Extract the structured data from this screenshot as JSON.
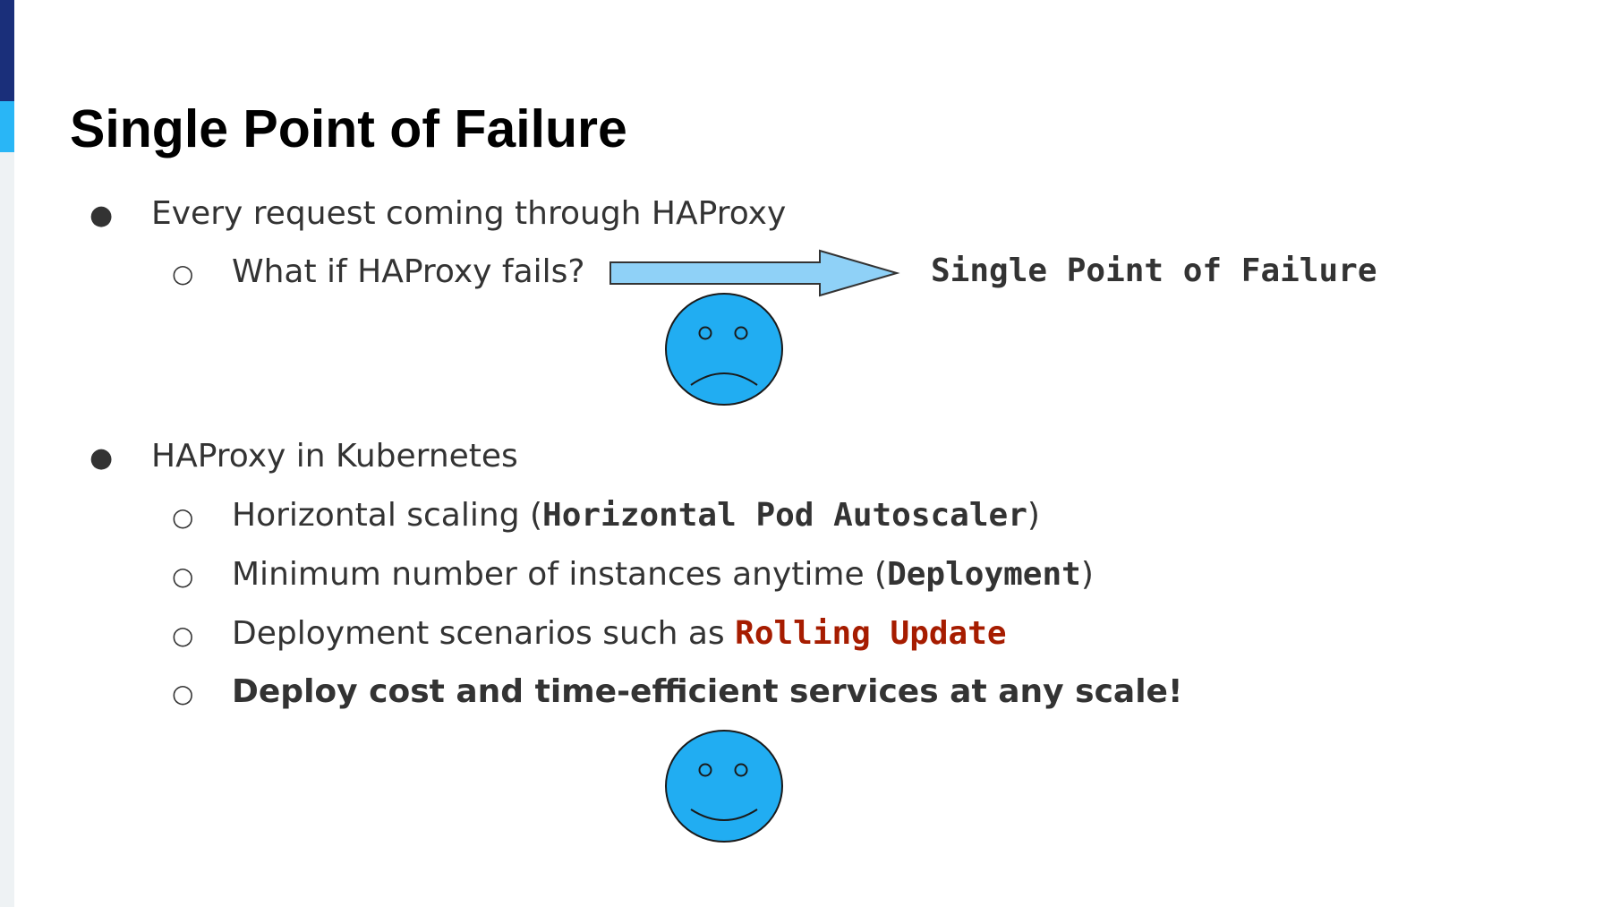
{
  "slide": {
    "title": "Single Point of Failure",
    "colors": {
      "accent_dark": "#1a2f7a",
      "accent_light": "#29b6f6",
      "arrow_fill": "#8fd1f7",
      "face_fill": "#21adf2",
      "highlight_red": "#a61c00"
    },
    "bullet_glyphs": {
      "level1": "●",
      "level2": "○"
    },
    "section1": {
      "text": "Every request coming through HAProxy",
      "sub": {
        "text": "What if HAProxy fails?",
        "result": "Single Point of Failure",
        "arrow_icon": "right-arrow-icon",
        "face_icon": "sad-face-icon"
      }
    },
    "section2": {
      "text": "HAProxy in Kubernetes",
      "items": [
        {
          "prefix": "Horizontal scaling (",
          "code": "Horizontal Pod Autoscaler",
          "suffix": ")"
        },
        {
          "prefix": "Minimum number of instances anytime (",
          "code": "Deployment",
          "suffix": ")"
        },
        {
          "prefix": "Deployment scenarios such as ",
          "code": "Rolling Update"
        },
        {
          "text": "Deploy cost and time-efficient services at any scale!"
        }
      ],
      "face_icon": "happy-face-icon"
    }
  }
}
